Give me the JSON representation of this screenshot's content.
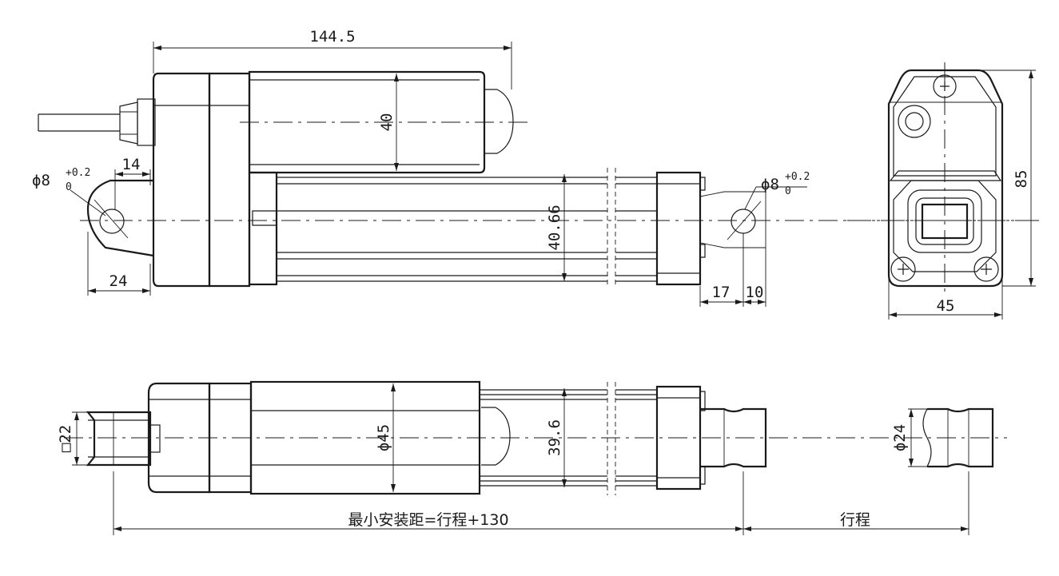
{
  "dimensions": {
    "length_total": "144.5",
    "motor_height": "40",
    "rod_height": "40.66",
    "hole_rear_symbol": "ϕ8",
    "hole_rear_tol_upper": "+0.2",
    "hole_rear_tol_lower": "0",
    "hole_front_symbol": "ϕ8",
    "hole_front_tol_upper": "+0.2",
    "hole_front_tol_lower": "0",
    "rear_offset": "14",
    "rear_width": "24",
    "front_offset": "17",
    "front_width": "10",
    "end_height": "85",
    "end_width": "45",
    "square": "□22",
    "body_diameter": "ϕ45",
    "tube_height": "39.6",
    "rod_end_diameter": "ϕ24",
    "min_install": "最小安装距=行程+130",
    "stroke": "行程"
  }
}
